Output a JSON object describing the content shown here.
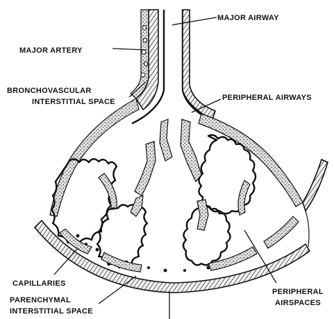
{
  "labels": {
    "major_airway": "MAJOR AIRWAY",
    "major_artery": "MAJOR ARTERY",
    "bronchovascular_1": "BRONCHOVASCULAR",
    "bronchovascular_2": "INTERSTITIAL SPACE",
    "peripheral_airways": "PERIPHERAL AIRWAYS",
    "capillaries": "CAPILLARIES",
    "parenchymal_1": "PARENCHYMAL",
    "parenchymal_2": "INTERSTITIAL SPACE",
    "peripheral_airspaces_1": "PERIPHERAL",
    "peripheral_airspaces_2": "AIRSPACES"
  },
  "colors": {
    "ink": "#111111",
    "paper": "#ffffff",
    "stipple": "#9a9a9a"
  }
}
